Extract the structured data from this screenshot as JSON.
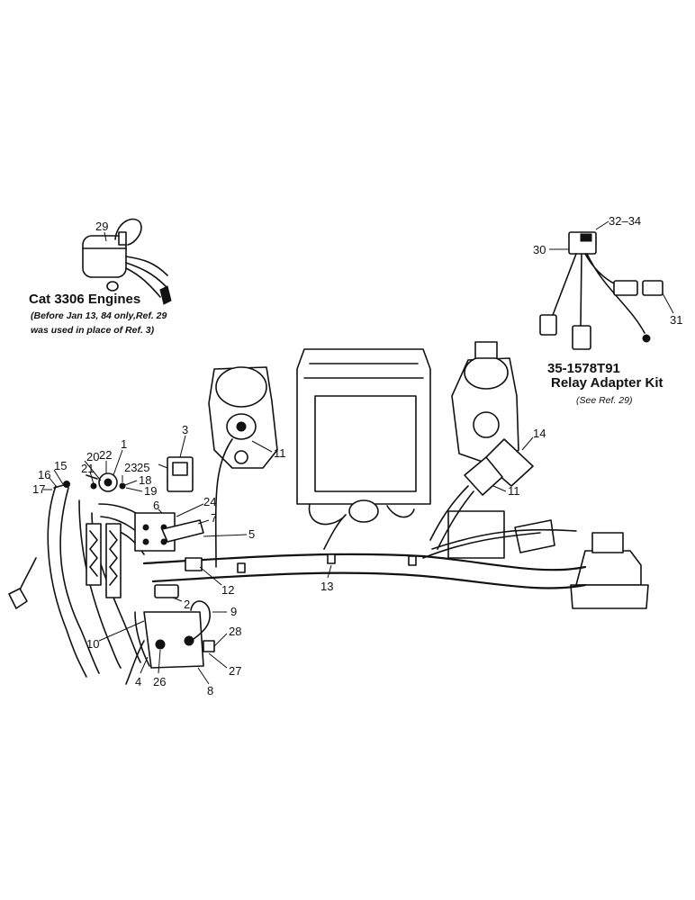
{
  "captions": {
    "cat_title": "Cat 3306 Engines",
    "cat_note_line1": "(Before Jan 13, 84 only,Ref. 29",
    "cat_note_line2": "was used in place of Ref. 3)",
    "kit_part": "35-1578T91",
    "kit_title": "Relay Adapter Kit",
    "kit_note": "(See Ref. 29)"
  },
  "callouts": {
    "c1": "1",
    "c2": "2",
    "c3": "3",
    "c4": "4",
    "c5": "5",
    "c6": "6",
    "c7": "7",
    "c8": "8",
    "c9": "9",
    "c10": "10",
    "c11a": "11",
    "c11b": "11",
    "c12": "12",
    "c13": "13",
    "c14": "14",
    "c15": "15",
    "c16": "16",
    "c17": "17",
    "c18": "18",
    "c19": "19",
    "c20": "20",
    "c21": "21",
    "c22": "22",
    "c23": "23",
    "c24": "24",
    "c25": "25",
    "c26": "26",
    "c27": "27",
    "c28": "28",
    "c29": "29",
    "c30": "30",
    "c31": "31",
    "c32": "32–34"
  }
}
